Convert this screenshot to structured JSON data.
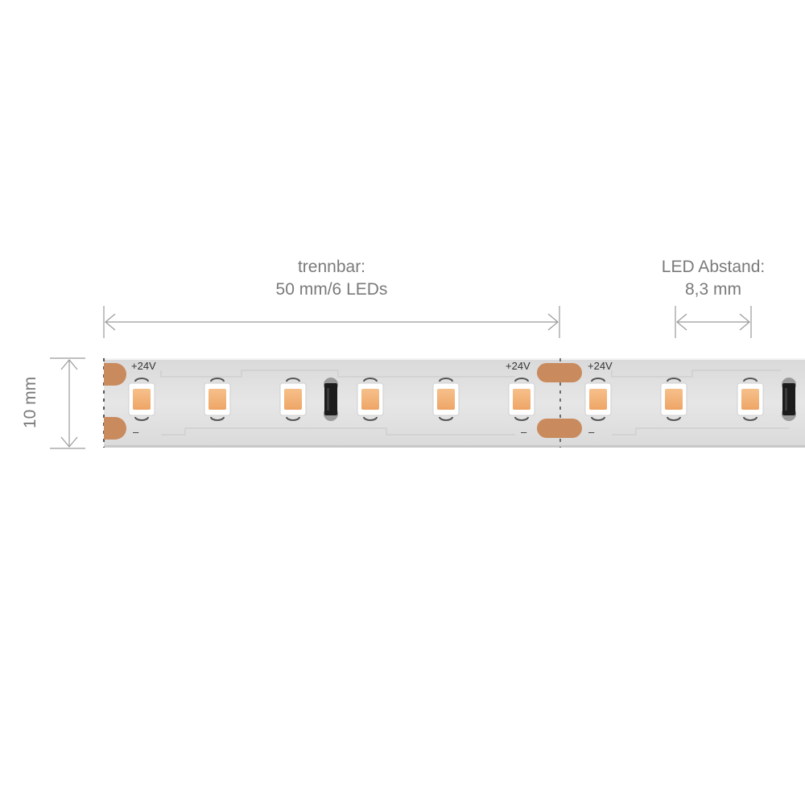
{
  "cut_section": {
    "line1": "trennbar:",
    "line2": "50 mm/6 LEDs"
  },
  "led_spacing": {
    "line1": "LED Abstand:",
    "line2": "8,3 mm"
  },
  "strip_width": {
    "label": "10 mm"
  },
  "markings": {
    "plus": "+24V",
    "minus": "–"
  },
  "colors": {
    "dimension_line": "#9a9a9a",
    "label_text": "#7a7a7a",
    "strip": "#e4e4e4",
    "copper_pad": "#c98a5e",
    "led_emitter": "#f2b277"
  }
}
